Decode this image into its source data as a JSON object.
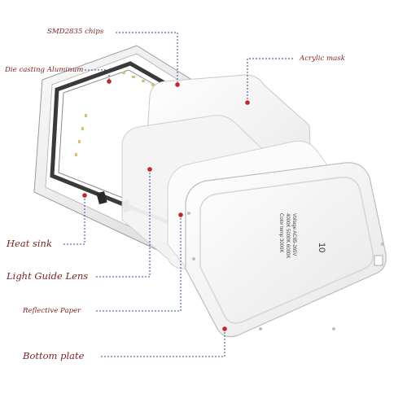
{
  "labels": {
    "smd_chips": "SMD2835 chips",
    "die_casting": "Die casting Aluminum",
    "acrylic_mask": "Acrylic mask",
    "heat_sink": "Heat sink",
    "light_guide": "Light Guide Lens",
    "reflective_paper": "Reflective Paper",
    "bottom_plate": "Bottom plate"
  },
  "product_label": {
    "model_number": "10",
    "color_temp": "Color temp 3000K",
    "options": "4000K  5000K  6000K",
    "voltage": "Voltage AC85-265V"
  },
  "colors": {
    "label_text": "#7a1f1f",
    "leader_line": "#2f4d8f",
    "marker": "#c0272d"
  }
}
